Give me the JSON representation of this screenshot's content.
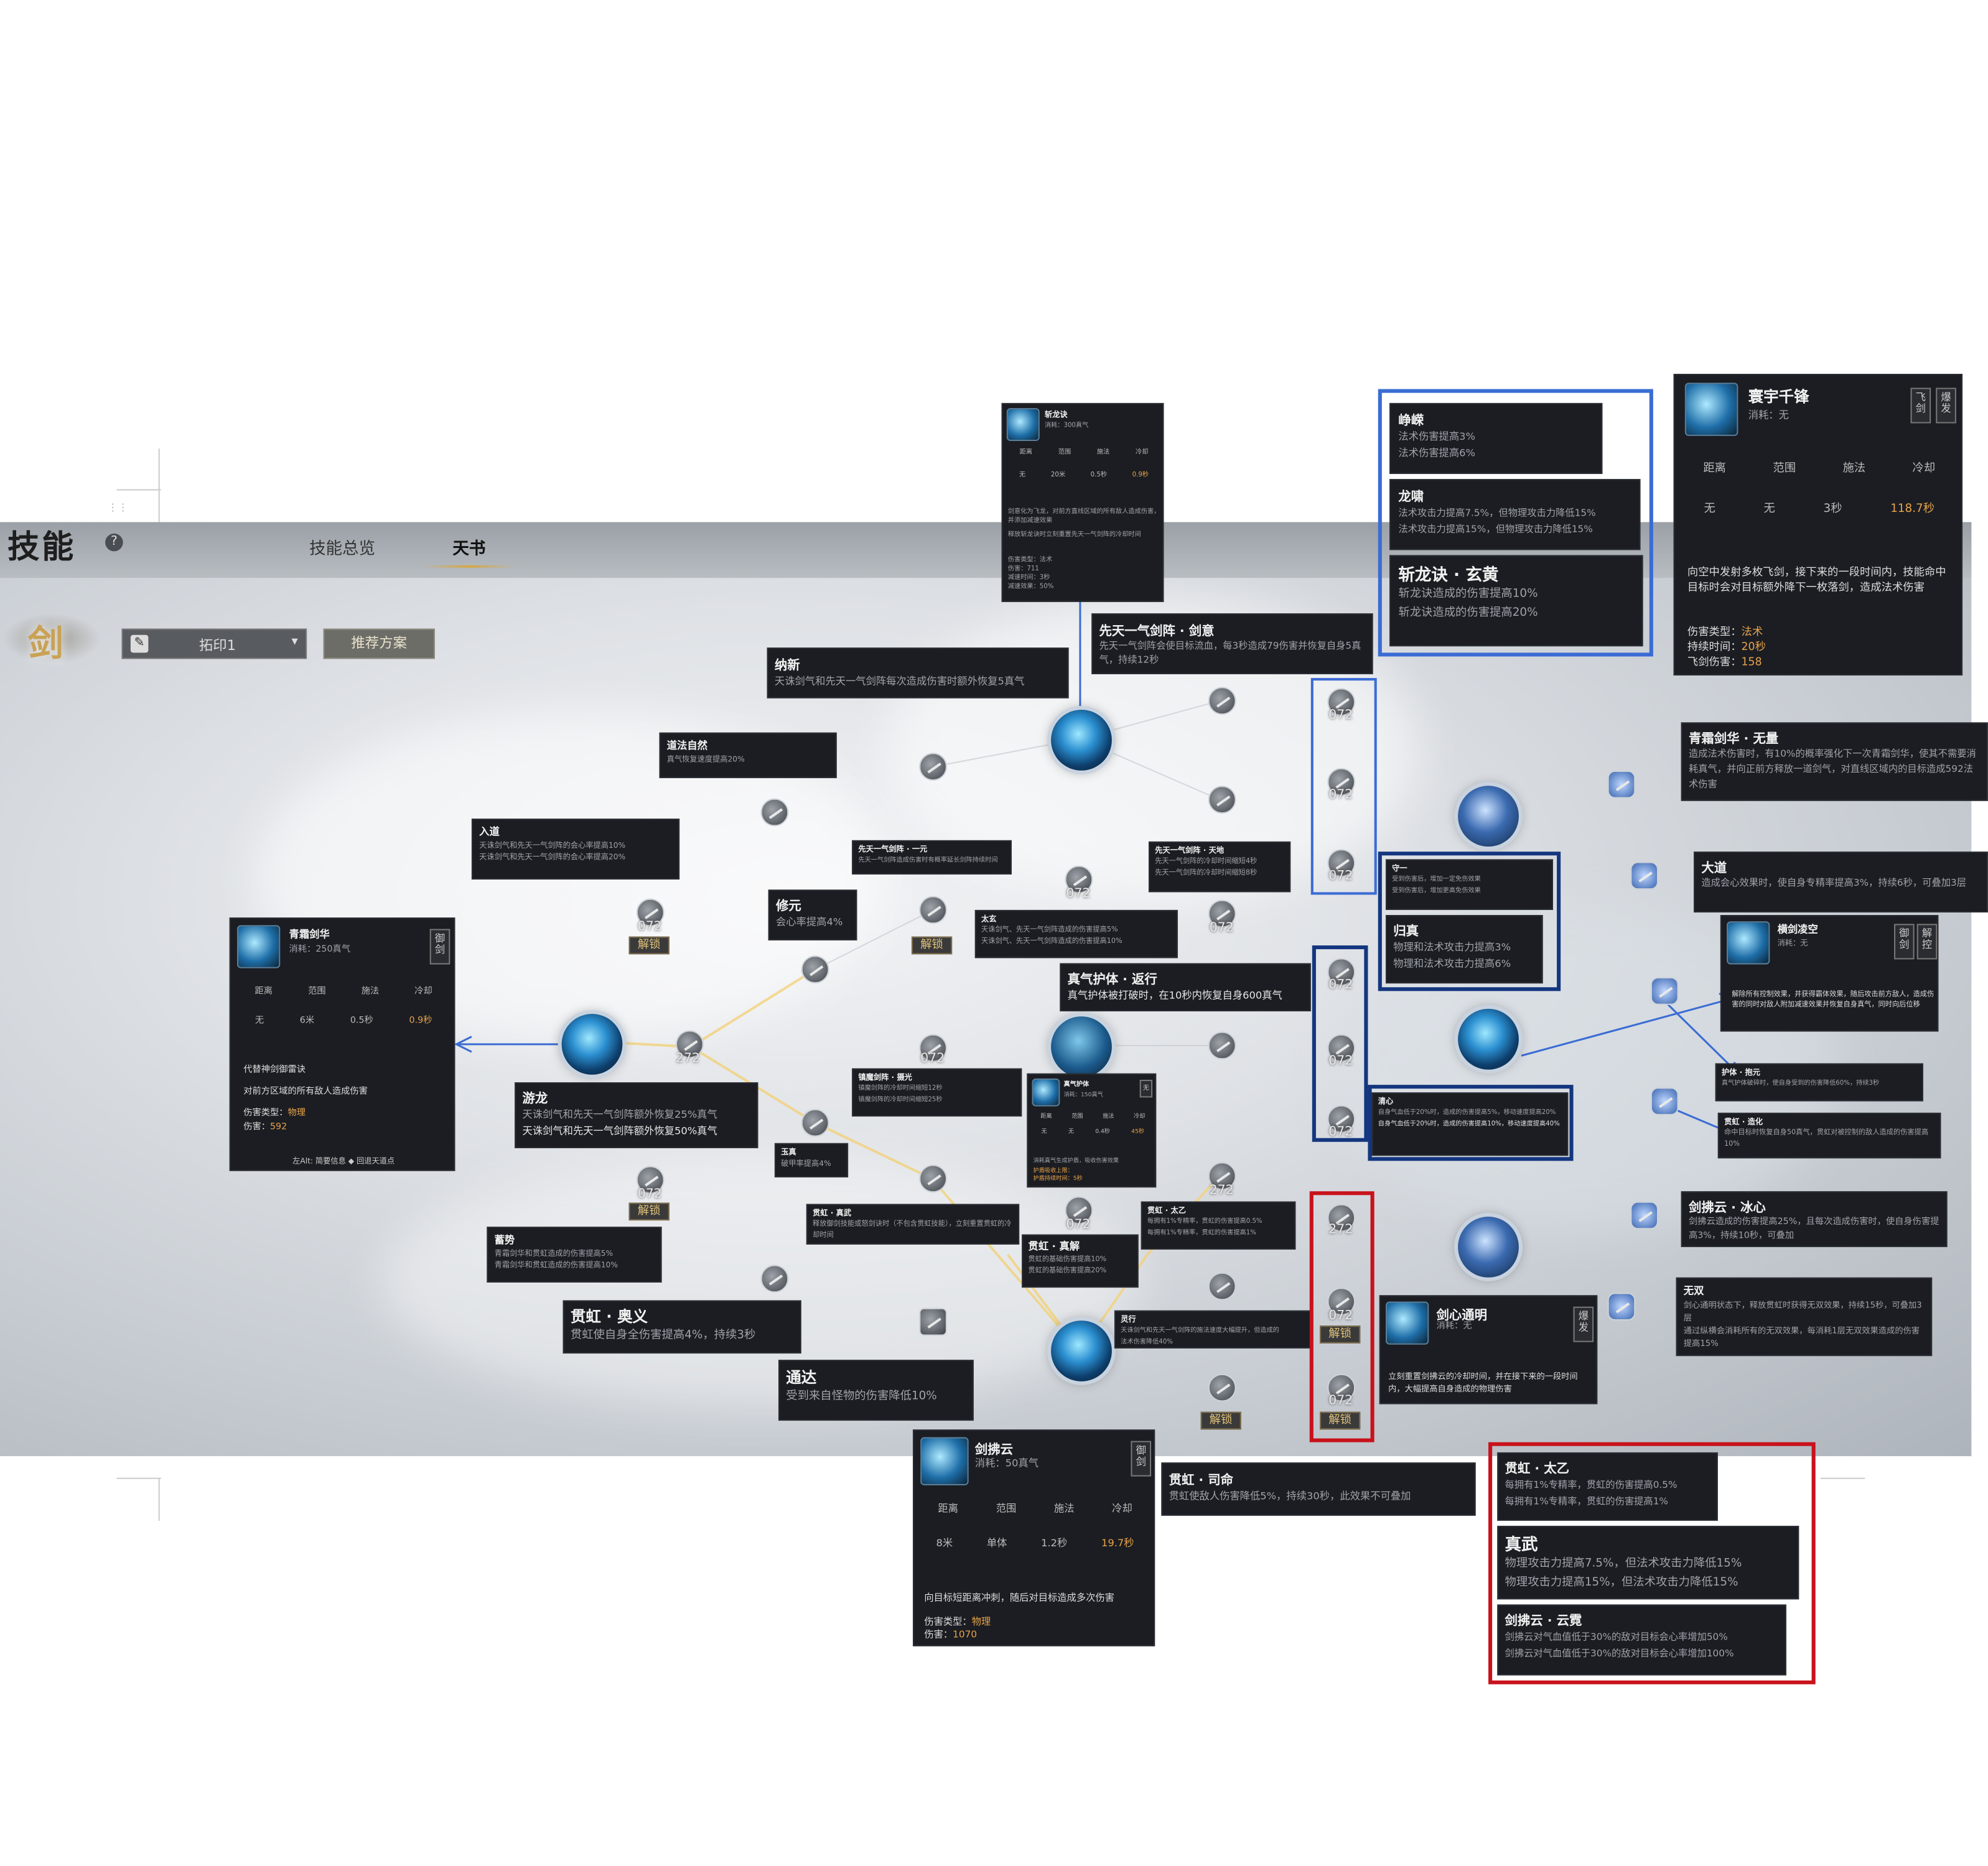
{
  "header": {
    "title": "技能",
    "tabs": [
      {
        "label": "技能总览"
      },
      {
        "label": "天书"
      }
    ],
    "school": "剑",
    "plan": "拓印1",
    "recommend": "推荐方案",
    "help": "?"
  },
  "colors": {
    "blue_frame": "#3b6cd4",
    "navy_frame": "#14367f",
    "red_frame": "#c8121c",
    "link": "#3b6cd4",
    "path": "#f2d27a"
  },
  "levels": {
    "a": "272",
    "b": "072",
    "unlock": "解锁"
  },
  "cards": {
    "zhanlong": {
      "title": "斩龙诀",
      "cost": "消耗：300真气",
      "cols": [
        "距离",
        "范围",
        "施法",
        "冷却"
      ],
      "vals": [
        "无",
        "20米",
        "0.5秒",
        "0.9秒"
      ],
      "desc1": "剑意化为飞龙，对前方直线区域的所有敌人造成伤害，并添加减速效果",
      "desc2": "释放斩龙诀时立刻重置先天一气剑阵的冷却时间",
      "type": "伤害类型：法术",
      "dmg": "伤害：711",
      "slow": "减速时间：3秒",
      "slowv": "减速效果：50%"
    },
    "qingshuang": {
      "title": "青霜剑华",
      "cost": "消耗：250真气",
      "badge": "御剑",
      "cols": [
        "距离",
        "范围",
        "施法",
        "冷却"
      ],
      "vals": [
        "无",
        "6米",
        "0.5秒",
        "0.9秒"
      ],
      "desc1": "代替神剑御雷诀",
      "desc2": "对前方区域的所有敌人造成伤害",
      "type_label": "伤害类型：",
      "type": "物理",
      "dmg_label": "伤害：",
      "dmg": "592",
      "foot": "左Alt: 简要信息 ◆ 回退天道点"
    },
    "huanyu": {
      "title": "寰宇千锋",
      "cost": "消耗：无",
      "b1": "飞剑",
      "b2": "爆发",
      "cols": [
        "距离",
        "范围",
        "施法",
        "冷却"
      ],
      "vals": [
        "无",
        "无",
        "3秒",
        "118.7秒"
      ],
      "desc": "向空中发射多枚飞剑，接下来的一段时间内，技能命中目标时会对目标额外降下一枚落剑，造成法术伤害",
      "t_label": "伤害类型：",
      "t": "法术",
      "d_label": "持续时间：",
      "d": "20秒",
      "f_label": "飞剑伤害：",
      "f": "158"
    },
    "jianfu": {
      "title": "剑拂云",
      "cost": "消耗：50真气",
      "badge": "御剑",
      "cols": [
        "距离",
        "范围",
        "施法",
        "冷却"
      ],
      "vals": [
        "8米",
        "单体",
        "1.2秒",
        "19.7秒"
      ],
      "desc": "向目标短距离冲刺，随后对目标造成多次伤害",
      "t_label": "伤害类型：",
      "t": "物理",
      "d_label": "伤害：",
      "d": "1070"
    },
    "jianxin": {
      "title": "剑心通明",
      "cost": "消耗：无",
      "badge": "爆发",
      "desc": "立刻重置剑拂云的冷却时间，并在接下来的一段时间内，大幅提高自身造成的物理伤害"
    },
    "hengjian": {
      "title": "横剑凌空",
      "cost": "消耗：无",
      "b1": "御剑",
      "b2": "解控",
      "desc": "解除所有控制效果，并获得霸体效果，随后攻击前方敌人，造成伤害的同时对敌人附加减速效果并恢复自身真气，同时向后位移"
    },
    "zhenqi": {
      "title": "真气护体",
      "cost": "消耗：150真气",
      "badge": "无",
      "cols": [
        "距离",
        "范围",
        "施法",
        "冷却"
      ],
      "vals": [
        "无",
        "无",
        "0.4秒",
        "45秒"
      ],
      "desc": "消耗真气生成护盾，吸收伤害效果",
      "a": "护盾吸收上限：",
      "b": "护盾持续时间：5秒"
    }
  },
  "talents": {
    "nabxin": {
      "h": "纳新",
      "d": "天诛剑气和先天一气剑阵每次造成伤害时额外恢复5真气"
    },
    "xiantian_jianyi": {
      "h": "先天一气剑阵 · 剑意",
      "d": "先天一气剑阵会使目标流血，每3秒造成79伤害并恢复自身5真气，持续12秒"
    },
    "daofa": {
      "h": "道法自然",
      "d": "真气恢复速度提高20%"
    },
    "rudao": {
      "h": "入道",
      "d1": "天诛剑气和先天一气剑阵的会心率提高10%",
      "d2": "天诛剑气和先天一气剑阵的会心率提高20%"
    },
    "xiantian_yiyuan": {
      "h": "先天一气剑阵 · 一元",
      "d": "先天一气剑阵造成伤害时有概率延长剑阵持续时间"
    },
    "xiantian_tiandi": {
      "h": "先天一气剑阵 · 天地",
      "d1": "先天一气剑阵的冷却时间缩短4秒",
      "d2": "先天一气剑阵的冷却时间缩短8秒"
    },
    "xiuyuan": {
      "h": "修元",
      "d": "会心率提高4%"
    },
    "taixuan": {
      "h": "太玄",
      "d1": "天诛剑气、先天一气剑阵造成的伤害提高5%",
      "d2": "天诛剑气、先天一气剑阵造成的伤害提高10%"
    },
    "zhenqi_fanxing": {
      "h": "真气护体 · 返行",
      "d": "真气护体被打破时，在10秒内恢复自身600真气"
    },
    "youlong": {
      "h": "游龙",
      "d1": "天诛剑气和先天一气剑阵额外恢复25%真气",
      "d2": "天诛剑气和先天一气剑阵额外恢复50%真气"
    },
    "zhenying": {
      "h": "镇魔剑阵 · 摄光",
      "d1": "镇魔剑阵的冷却时间缩短12秒",
      "d2": "镇魔剑阵的冷却时间缩短25秒"
    },
    "yuzhen": {
      "h": "玉真",
      "d": "破甲率提高4%"
    },
    "xushi": {
      "h": "蓄势",
      "d1": "青霜剑华和贯虹造成的伤害提高5%",
      "d2": "青霜剑华和贯虹造成的伤害提高10%"
    },
    "guanhong_zhenwu": {
      "h": "贯虹 · 真武",
      "d": "释放御剑技能或怒剑诀时（不包含贯虹技能），立刻重置贯虹的冷却时间"
    },
    "guanhong_zhenjie": {
      "h": "贯虹 · 真解",
      "d1": "贯虹的基础伤害提高10%",
      "d2": "贯虹的基础伤害提高20%"
    },
    "guanhong_taiyi_a": {
      "h": "贯虹 · 太乙",
      "d1": "每拥有1%专精率，贯虹的伤害提高0.5%",
      "d2": "每拥有1%专精率，贯虹的伤害提高1%"
    },
    "guanhong_aoyi": {
      "h": "贯虹 · 奥义",
      "d": "贯虹使自身全伤害提高4%，持续3秒"
    },
    "lingxing": {
      "h": "灵行",
      "d1": "天诛剑气和先天一气剑阵的施法速度大幅提升，但造成的",
      "d2": "法术伤害降低40%"
    },
    "tongda": {
      "h": "通达",
      "d": "受到来自怪物的伤害降低10%"
    },
    "guanhong_siming": {
      "h": "贯虹 · 司命",
      "d": "贯虹使敌人伤害降低5%，持续30秒，此效果不可叠加"
    },
    "zhengrong": {
      "h": "峥嵘",
      "d1": "法术伤害提高3%",
      "d2": "法术伤害提高6%"
    },
    "longxiao": {
      "h": "龙啸",
      "d1": "法术攻击力提高7.5%，但物理攻击力降低15%",
      "d2": "法术攻击力提高15%，但物理攻击力降低15%"
    },
    "zhanlong_xuanhuang": {
      "h": "斩龙诀 · 玄黄",
      "d1": "斩龙诀造成的伤害提高10%",
      "d2": "斩龙诀造成的伤害提高20%"
    },
    "shouyi": {
      "h": "守一",
      "d1": "受到伤害后，增加一定免伤效果",
      "d2": "受到伤害后，增加更高免伤效果"
    },
    "guizhen": {
      "h": "归真",
      "d1": "物理和法术攻击力提高3%",
      "d2": "物理和法术攻击力提高6%"
    },
    "qingxin": {
      "h": "清心",
      "d1": "自身气血低于20%时，造成的伤害提高5%，移动速度提高20%",
      "d2": "自身气血低于20%时，造成的伤害提高10%，移动速度提高40%"
    },
    "qingshuang_wuliang": {
      "h": "青霜剑华 · 无量",
      "d": "造成法术伤害时，有10%的概率强化下一次青霜剑华，使其不需要消耗真气，并向正前方释放一道剑气，对直线区域内的目标造成592法术伤害"
    },
    "dadao": {
      "h": "大道",
      "d": "造成会心效果时，使自身专精率提高3%，持续6秒，可叠加3层"
    },
    "hujian_dujiang": {
      "h": "护体 · 抱元",
      "d": "真气护体破碎时，使自身受到的伤害降低60%，持续3秒"
    },
    "guanhong_zaohua": {
      "h": "贯虹 · 造化",
      "d": "命中目标时恢复自身50真气，贯虹对被控制的敌人造成的伤害提高10%"
    },
    "jianfu_bingxin": {
      "h": "剑拂云 · 冰心",
      "d": "剑拂云造成的伤害提高25%，且每次造成伤害时，使自身伤害提高3%，持续10秒，可叠加"
    },
    "wushuang": {
      "h": "无双",
      "d1": "剑心通明状态下，释放贯虹时获得无双效果，持续15秒，可叠加3层",
      "d2": "通过纵横会消耗所有的无双效果，每消耗1层无双效果造成的伤害提高15%"
    },
    "guanhong_taiyi_b": {
      "h": "贯虹 · 太乙",
      "d1": "每拥有1%专精率，贯虹的伤害提高0.5%",
      "d2": "每拥有1%专精率，贯虹的伤害提高1%"
    },
    "zhenwu": {
      "h": "真武",
      "d1": "物理攻击力提高7.5%，但法术攻击力降低15%",
      "d2": "物理攻击力提高15%，但法术攻击力降低15%"
    },
    "jianfu_yunjing": {
      "h": "剑拂云 · 云霓",
      "d1": "剑拂云对气血值低于30%的敌对目标会心率增加50%",
      "d2": "剑拂云对气血值低于30%的敌对目标会心率增加100%"
    }
  }
}
